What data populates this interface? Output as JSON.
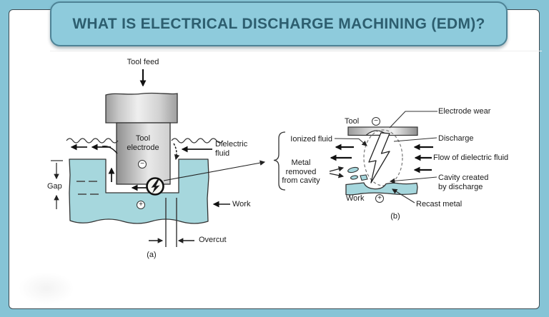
{
  "slide": {
    "title": "WHAT IS ELECTRICAL DISCHARGE MACHINING (EDM)?"
  },
  "colors": {
    "background": "#86c4d6",
    "banner_fill": "#8ecbdc",
    "banner_border": "#4e8396",
    "title_text": "#2d5e6f",
    "panel_fill": "#ffffff",
    "panel_border": "#3c4b52",
    "work_fill": "#a6d7dd",
    "outline": "#333333"
  },
  "diagram_a": {
    "caption": "(a)",
    "labels": {
      "tool_feed": "Tool feed",
      "tool_electrode": [
        "Tool",
        "electrode"
      ],
      "dielectric_fluid": [
        "Dielectric",
        "fluid"
      ],
      "gap": "Gap",
      "work": "Work",
      "overcut": "Overcut"
    },
    "symbols": {
      "tool_polarity": "−",
      "work_polarity": "+"
    }
  },
  "diagram_b": {
    "caption": "(b)",
    "labels": {
      "tool": "Tool",
      "electrode_wear": "Electrode wear",
      "discharge": "Discharge",
      "flow_of_dielectric_fluid": "Flow of dielectric fluid",
      "ionized_fluid": "Ionized fluid",
      "metal_removed": [
        "Metal",
        "removed",
        "from cavity"
      ],
      "cavity_created": [
        "Cavity created",
        "by discharge"
      ],
      "recast_metal": "Recast metal",
      "work": "Work"
    },
    "symbols": {
      "tool_polarity": "−",
      "work_polarity": "+"
    }
  }
}
